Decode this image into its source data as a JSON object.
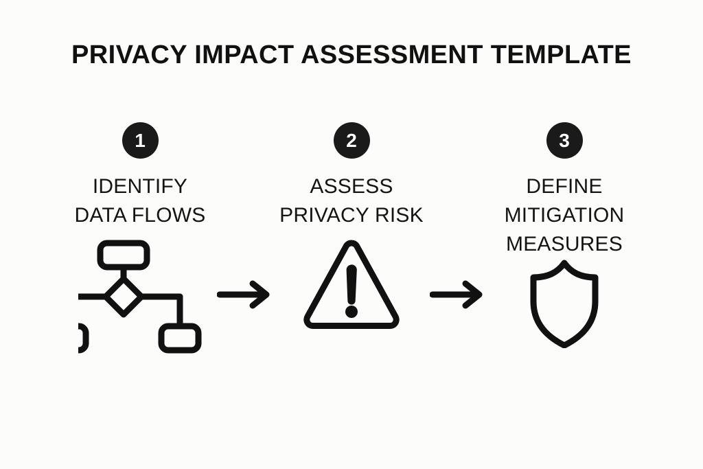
{
  "page": {
    "title": "PRIVACY IMPACT ASSESSMENT TEMPLATE",
    "background_color": "#fcfcfa",
    "ink_color": "#111111",
    "badge_color": "#1a1a1a",
    "badge_text_color": "#ffffff"
  },
  "steps": [
    {
      "number": "1",
      "label": "IDENTIFY\nDATA FLOWS",
      "icon": "flowchart-icon"
    },
    {
      "number": "2",
      "label": "ASSESS\nPRIVACY RISK",
      "icon": "warning-triangle-icon"
    },
    {
      "number": "3",
      "label": "DEFINE\nMITIGATION\nMEASURES",
      "icon": "shield-icon"
    }
  ],
  "connectors": [
    {
      "name": "arrow-right-icon"
    },
    {
      "name": "arrow-right-icon"
    }
  ]
}
